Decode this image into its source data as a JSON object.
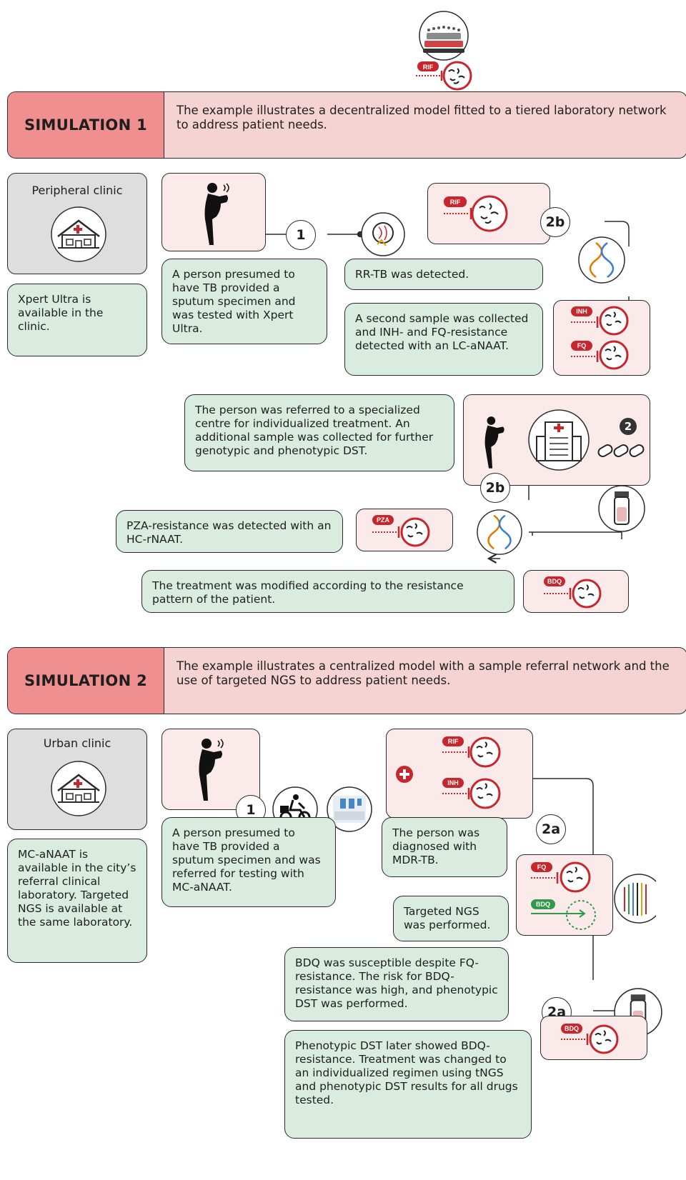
{
  "sim1": {
    "label": "SIMULATION 1",
    "description": "The example illustrates a decentralized model fitted to a tiered laboratory network to address patient needs.",
    "clinic_name": "Peripheral clinic",
    "clinic_note": "Xpert Ultra is available in the clinic.",
    "step1": "1",
    "step2b_a": "2b",
    "step2b_b": "2b",
    "notes": {
      "presumed": "A person presumed to have TB provided a sputum specimen and was tested with Xpert Ultra.",
      "rr": "RR-TB was detected.",
      "second": "A second sample was collected and INH- and FQ-resistance detected with an LC-aNAAT.",
      "referred": "The person was referred to a specialized centre for individualized treatment. An additional sample was collected for further genotypic and phenotypic DST.",
      "pza": "PZA-resistance was detected with an HC-rNAAT.",
      "modified": "The treatment was modified according to the resistance pattern of the patient."
    },
    "drugs": {
      "rif": "RIF",
      "inh": "INH",
      "fq": "FQ",
      "pza": "PZA",
      "bdq": "BDQ"
    },
    "pill_count": "2"
  },
  "sim2": {
    "label": "SIMULATION 2",
    "description": "The example illustrates a centralized model with a sample referral network and the use of targeted NGS to address patient needs.",
    "clinic_name": "Urban clinic",
    "clinic_note": "MC-aNAAT is available in the city’s referral clinical laboratory. Targeted NGS is available at the same laboratory.",
    "step1": "1",
    "step2a_a": "2a",
    "step2a_b": "2a",
    "notes": {
      "presumed": "A person presumed to have TB provided a sputum specimen and was referred for testing with MC-aNAAT.",
      "mdr": "The person was diagnosed with MDR-TB.",
      "tngs": "Targeted NGS was performed.",
      "bdq_sus": "BDQ was susceptible despite FQ-resistance. The risk for BDQ-resistance was high, and phenotypic DST was performed.",
      "pheno": "Phenotypic DST later showed BDQ-resistance. Treatment was changed to an individualized regimen using tNGS and phenotypic DST results for all drugs tested."
    },
    "drugs": {
      "rif": "RIF",
      "inh": "INH",
      "fq": "FQ",
      "bdq": "BDQ",
      "bdq_sus": "BDQ"
    }
  },
  "top": {
    "rif": "RIF"
  },
  "colors": {
    "red": "#c8262d",
    "pink": "#fbeaea",
    "green": "#d9ecdf",
    "grey": "#dedede",
    "header_label": "#ef8f8f",
    "header_bg": "#f6d3d3",
    "susceptible": "#2e9a4a"
  }
}
